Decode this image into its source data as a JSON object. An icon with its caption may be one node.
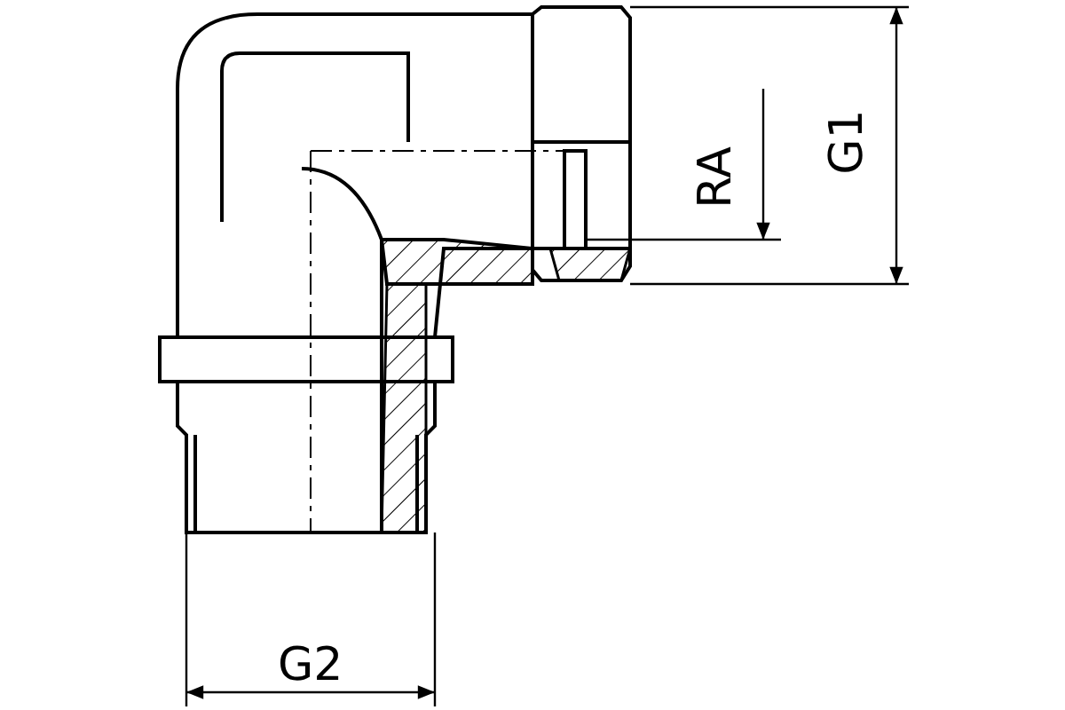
{
  "diagram": {
    "labels": [
      "RA",
      "G1",
      "G2"
    ]
  }
}
